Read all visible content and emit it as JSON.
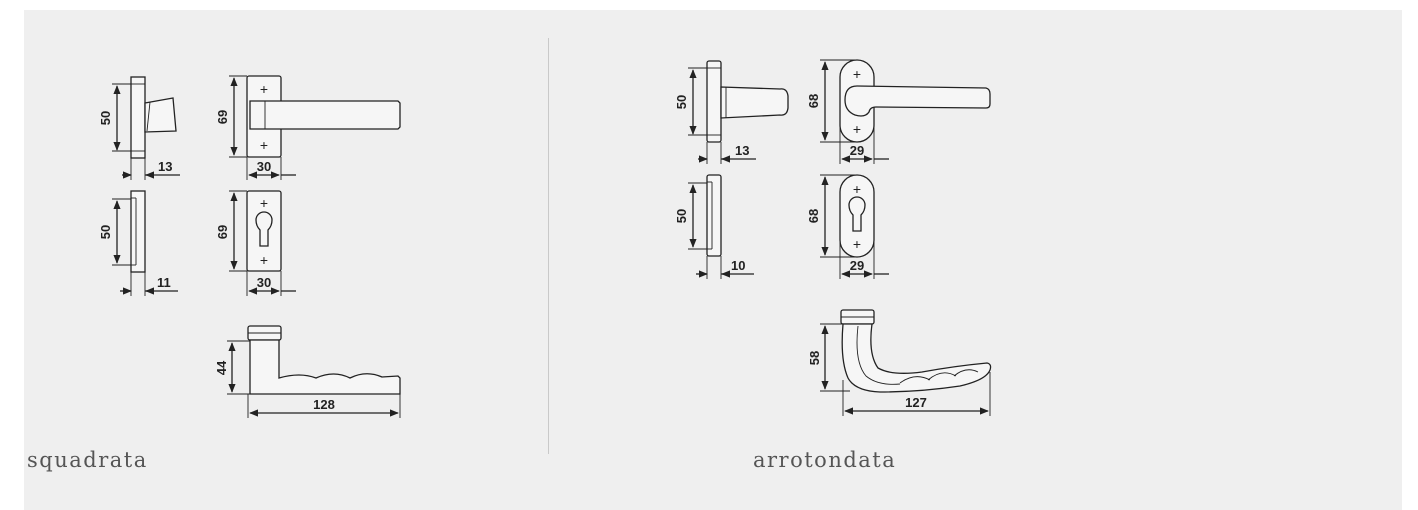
{
  "captions": {
    "left": "squadrata",
    "right": "arrotondata"
  },
  "left": {
    "dims": {
      "rose_height": "50",
      "rose_depth": "13",
      "plate_height": "69",
      "plate_width": "30",
      "key_rose_height": "50",
      "key_rose_depth": "11",
      "key_plate_height": "69",
      "key_plate_width": "30",
      "lever_height": "44",
      "lever_length": "128"
    }
  },
  "right": {
    "dims": {
      "rose_height": "50",
      "rose_depth": "13",
      "plate_height": "68",
      "plate_width": "29",
      "key_rose_height": "50",
      "key_rose_depth": "10",
      "key_plate_height": "68",
      "key_plate_width": "29",
      "lever_height": "58",
      "lever_length": "127"
    }
  },
  "colors": {
    "panel": "#efefef",
    "line": "#222222",
    "caption": "#555555"
  }
}
